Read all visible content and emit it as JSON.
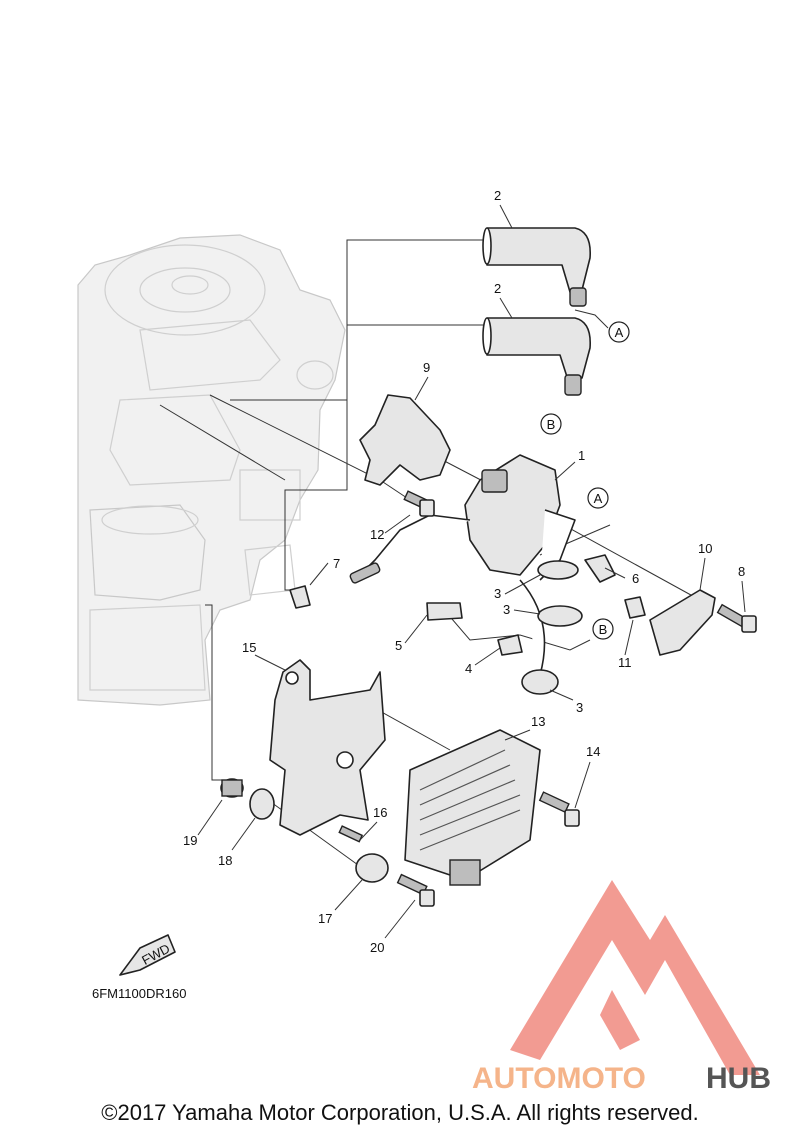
{
  "diagram_code": "6FM1100DR160",
  "fwd_label": "FWD",
  "copyright": "©2017 Yamaha Motor Corporation, U.S.A. All rights reserved.",
  "watermark": {
    "part1": "AUTOMOTO",
    "part2": "HUB",
    "color1": "#f5b48a",
    "color2": "#555555",
    "triangle_color": "#f08a80"
  },
  "callouts": {
    "c1": "1",
    "c2a": "2",
    "c2b": "2",
    "c3a": "3",
    "c3b": "3",
    "c3c": "3",
    "c4": "4",
    "c5": "5",
    "c6": "6",
    "c7": "7",
    "c8": "8",
    "c9": "9",
    "c10": "10",
    "c11": "11",
    "c12": "12",
    "c13": "13",
    "c14": "14",
    "c15": "15",
    "c16": "16",
    "c17": "17",
    "c18": "18",
    "c19": "19",
    "c20": "20"
  },
  "refs": {
    "A": "A",
    "B": "B"
  }
}
